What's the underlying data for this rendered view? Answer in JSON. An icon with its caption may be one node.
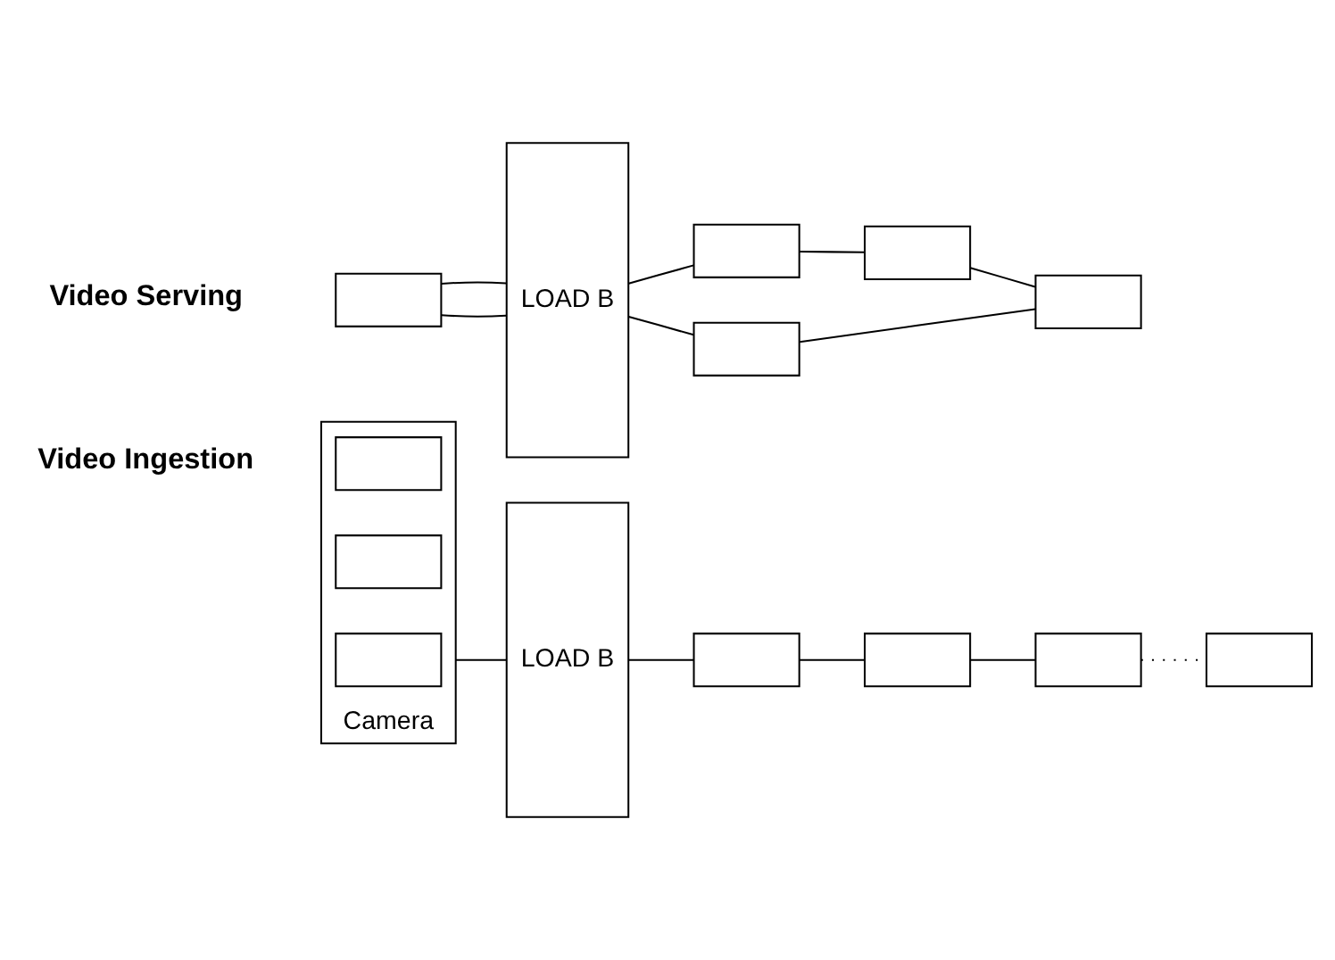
{
  "diagram": {
    "nodes": [
      {
        "text": [
          "Camera"
        ]
      },
      {
        "text": [],
        "shape": "box",
        "in": 0
      },
      {
        "text": [],
        "shape": "box",
        "in": 0
      },
      {
        "text": [],
        "shape": "box",
        "in": 0
      },
      {
        "text": [
          "LOAD B"
        ]
      },
      {
        "text": [],
        "shape": "box"
      },
      {
        "text": [],
        "shape": "box"
      },
      {
        "text": [],
        "shape": "box"
      },
      {
        "text": [],
        "shape": "box"
      },
      {
        "text": [],
        "shape": "box"
      },
      {
        "text": [
          "LOAD B"
        ]
      },
      {
        "text": [],
        "shape": "box"
      },
      {
        "text": [],
        "shape": "box"
      },
      {
        "text": [],
        "shape": "box"
      },
      {
        "text": [],
        "shape": "box"
      }
    ],
    "edges": [
      {
        "from": 0,
        "to": 4,
        "arrow": "none"
      },
      {
        "from": 4,
        "to": 5,
        "arrow": "none"
      },
      {
        "from": 5,
        "to": 6,
        "arrow": "none"
      },
      {
        "from": 6,
        "to": 7,
        "arrow": "none"
      },
      {
        "from": 7,
        "to": 8,
        "arrow": "none",
        "style": "dashed"
      },
      {
        "from": 9,
        "to": 10,
        "arrow": "none"
      },
      {
        "from": 9,
        "to": 10,
        "arrow": "none"
      },
      {
        "from": 10,
        "to": 14,
        "arrow": "none"
      },
      {
        "from": 10,
        "to": 11,
        "arrow": "none"
      },
      {
        "from": 11,
        "to": 12,
        "arrow": "none"
      },
      {
        "from": 12,
        "to": 13,
        "arrow": "none"
      },
      {
        "from": 14,
        "to": 13,
        "arrow": "none"
      }
    ],
    "labels": [
      "Video Ingestion",
      "Video Serving"
    ]
  }
}
